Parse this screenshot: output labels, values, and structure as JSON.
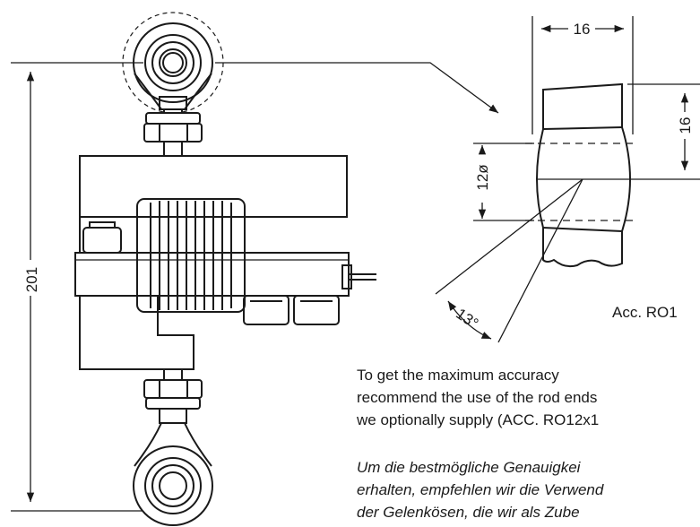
{
  "dimensions": {
    "height_total": "201",
    "width_top": "16",
    "height_right": "16",
    "bore_diameter": "12ø",
    "angle": "13°"
  },
  "accessory_label": "Acc. RO1",
  "text_en": [
    "To get the maximum accuracy",
    "recommend the use of the rod ends",
    "we optionally supply (ACC. RO12x1"
  ],
  "text_de": [
    "Um die bestmögliche Genauigkei",
    "erhalten, empfehlen wir die Verwend",
    "der Gelenkösen, die wir als Zube"
  ]
}
